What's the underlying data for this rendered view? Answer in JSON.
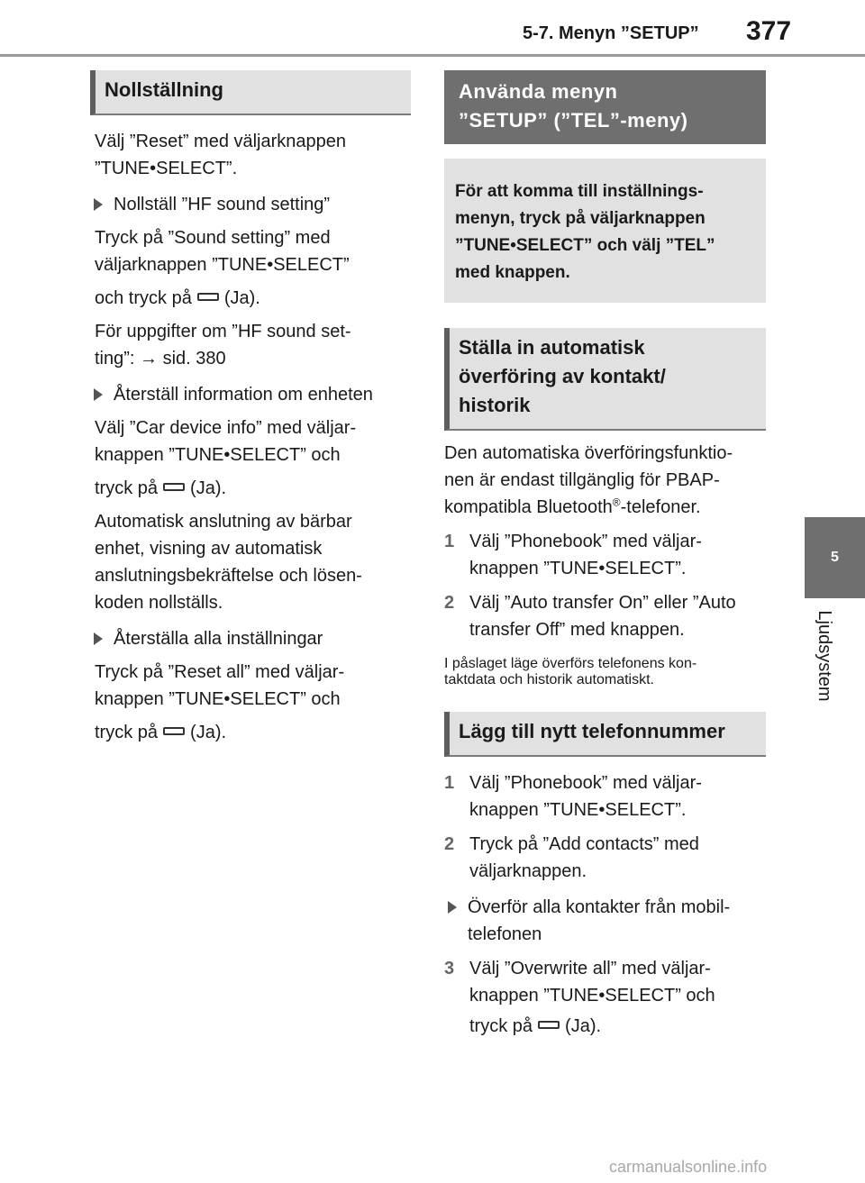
{
  "header": {
    "title": "5-7. Menyn ”SETUP”",
    "page_number": "377"
  },
  "chapter_tab": {
    "number": "5",
    "label": "Ljudsystem"
  },
  "left": {
    "heading": "Nollställning",
    "intro_1": "Välj ”Reset” med väljarknappen",
    "intro_2": "”TUNE•SELECT”.",
    "b1_label": "Nollställ ”HF sound setting”",
    "b1_l1": "Tryck på ”Sound setting” med",
    "b1_l2": "väljarknappen ”TUNE•SELECT”",
    "b1_l3a": "och tryck på",
    "b1_l3b": "(Ja).",
    "b1_l4": "För uppgifter om ”HF sound set-",
    "b1_l5": "ting”: → sid. 380",
    "b2_label": "Återställ information om enheten",
    "b2_l1": "Välj ”Car device info” med väljar-",
    "b2_l2": "knappen ”TUNE•SELECT” och",
    "b2_l3a": "tryck på",
    "b2_l3b": "(Ja).",
    "b2_l4": "Automatisk anslutning av bärbar",
    "b2_l5": "enhet, visning av automatisk",
    "b2_l6": "anslutningsbekräftelse och lösen-",
    "b2_l7": "koden nollställs.",
    "b3_label": "Återställa alla inställningar",
    "b3_l1": "Tryck på ”Reset all” med väljar-",
    "b3_l2": "knappen ”TUNE•SELECT” och",
    "b3_l3a": "tryck på",
    "b3_l3b": "(Ja)."
  },
  "right": {
    "heading_1": "Använda menyn",
    "heading_2": "”SETUP” (”TEL”-meny)",
    "info_1": "För att komma till inställnings-",
    "info_2": "menyn, tryck på väljarknappen",
    "info_3": "”TUNE•SELECT” och välj ”TEL”",
    "info_4": "med knappen.",
    "sec2_h1": "Ställa in automatisk",
    "sec2_h2": "överföring av kontakt/",
    "sec2_h3": "historik",
    "p1_l1": "Den automatiska överföringsfunktio-",
    "p1_l2": "nen är endast tillgänglig för PBAP-",
    "p1_l3a": "kompatibla Bluetooth",
    "p1_sup": "®",
    "p1_l3b": "-telefoner.",
    "s1_num": "1",
    "s1_l1": "Välj ”Phonebook” med väljar-",
    "s1_l2": "knappen ”TUNE•SELECT”.",
    "s2_num": "2",
    "s2_l1": "Välj ”Auto transfer On” eller ”Auto",
    "s2_l2": "transfer Off” med knappen.",
    "note_l1": "I påslaget läge överförs telefonens kon-",
    "note_l2": "taktdata och historik automatiskt.",
    "sec3_heading": "Lägg till nytt telefonnummer",
    "t1_num": "1",
    "t1_l1": "Välj ”Phonebook” med väljar-",
    "t1_l2": "knappen ”TUNE•SELECT”.",
    "t2_num": "2",
    "t2_l1": "Tryck på ”Add contacts” med",
    "t2_l2": "väljarknappen.",
    "tb_l1": "Överför alla kontakter från mobil-",
    "tb_l2": "telefonen",
    "t3_num": "3",
    "t3_l1": "Välj ”Overwrite all” med väljar-",
    "t3_l2": "knappen ”TUNE•SELECT” och",
    "t3_l3a": "tryck på",
    "t3_l3b": "(Ja)."
  },
  "watermark": "carmanualsonline.info"
}
